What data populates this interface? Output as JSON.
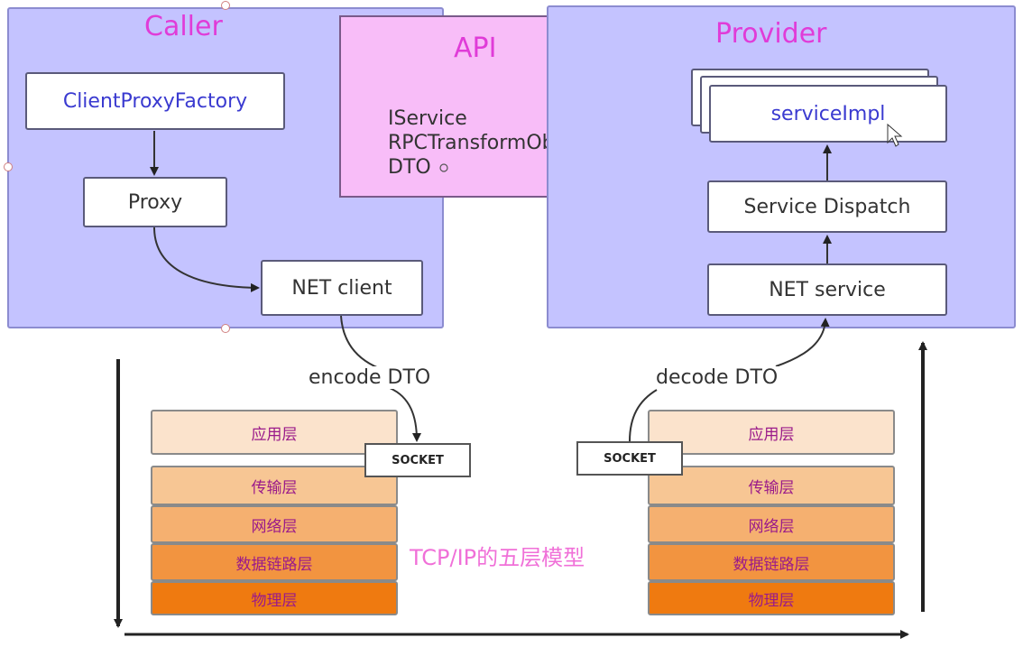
{
  "caller": {
    "title": "Caller",
    "factory": "ClientProxyFactory",
    "proxy": "Proxy",
    "net_client": "NET client"
  },
  "api": {
    "title": "API",
    "items": [
      "IService",
      "RPCTransformObj",
      "DTO"
    ]
  },
  "provider": {
    "title": "Provider",
    "service_impl": "serviceImpl",
    "dispatch": "Service Dispatch",
    "net_service": "NET service"
  },
  "flow": {
    "encode": "encode DTO",
    "decode": "decode DTO"
  },
  "stack_left": {
    "socket": "SOCKET",
    "layers": [
      "应用层",
      "传输层",
      "网络层",
      "数据链路层",
      "物理层"
    ]
  },
  "stack_right": {
    "socket": "SOCKET",
    "layers": [
      "应用层",
      "传输层",
      "网络层",
      "数据链路层",
      "物理层"
    ]
  },
  "model_label": "TCP/IP的五层模型",
  "colors": {
    "panel": "#c4c3ff",
    "api": "#f8bdf8",
    "title": "#e03cd8",
    "factory_text": "#3a3ad0",
    "layers": [
      "#fbe3cc",
      "#f7c694",
      "#f5b070",
      "#f29440",
      "#ef7a10"
    ]
  }
}
